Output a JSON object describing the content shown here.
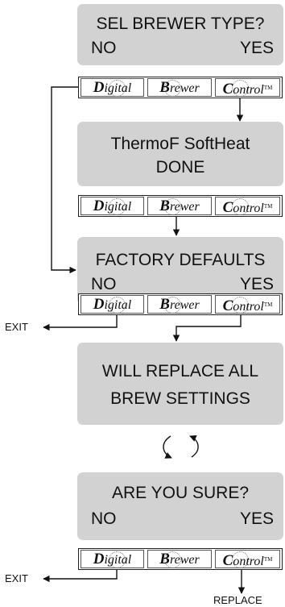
{
  "screens": [
    {
      "line1": "SEL BREWER TYPE?",
      "left": "NO",
      "right": "YES"
    },
    {
      "line1": "ThermoF  SoftHeat",
      "line2": "DONE"
    },
    {
      "line1": "FACTORY DEFAULTS",
      "left": "NO",
      "right": "YES"
    },
    {
      "line1": "WILL REPLACE ALL",
      "line2": "BREW SETTINGS"
    },
    {
      "line1": "ARE YOU SURE?",
      "left": "NO",
      "right": "YES"
    }
  ],
  "keypad": {
    "key1": {
      "cap": "D",
      "rest": "igital"
    },
    "key2": {
      "cap": "B",
      "rest": "rewer"
    },
    "key3": {
      "cap": "C",
      "rest": "ontrol",
      "tm": "TM"
    }
  },
  "labels": {
    "exit_1": "EXIT",
    "exit_2": "EXIT",
    "replace": "REPLACE"
  }
}
